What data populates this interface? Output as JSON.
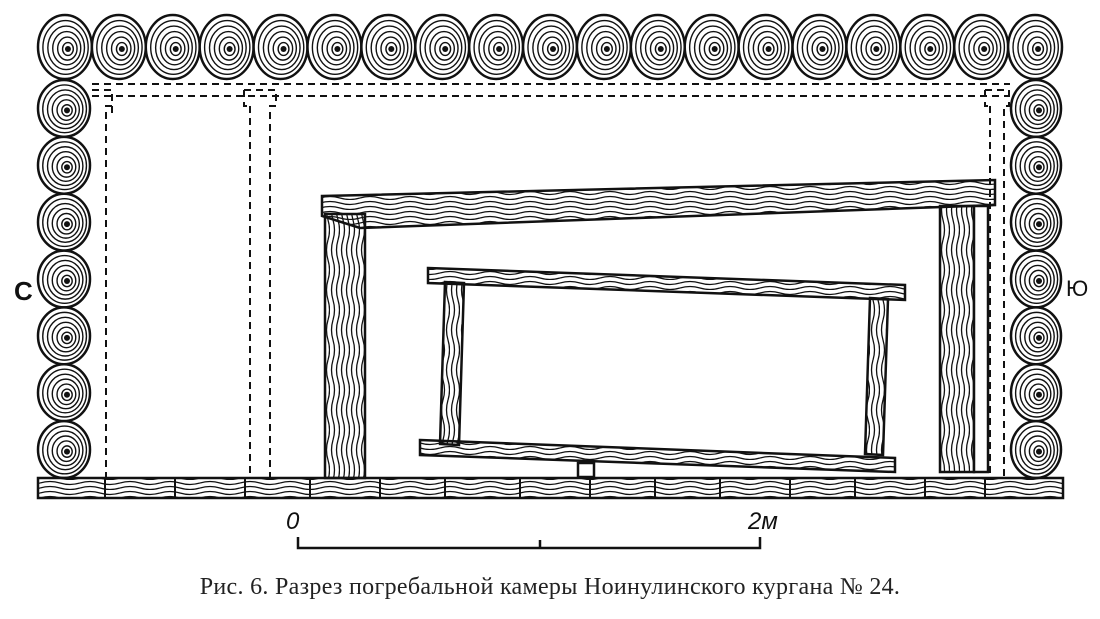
{
  "figure": {
    "orientation_left": "С",
    "orientation_right": "Ю",
    "scale": {
      "start_label": "0",
      "end_label": "2м"
    },
    "caption": "Рис. 6. Разрез погребальной камеры Ноинулинского кургана № 24."
  }
}
